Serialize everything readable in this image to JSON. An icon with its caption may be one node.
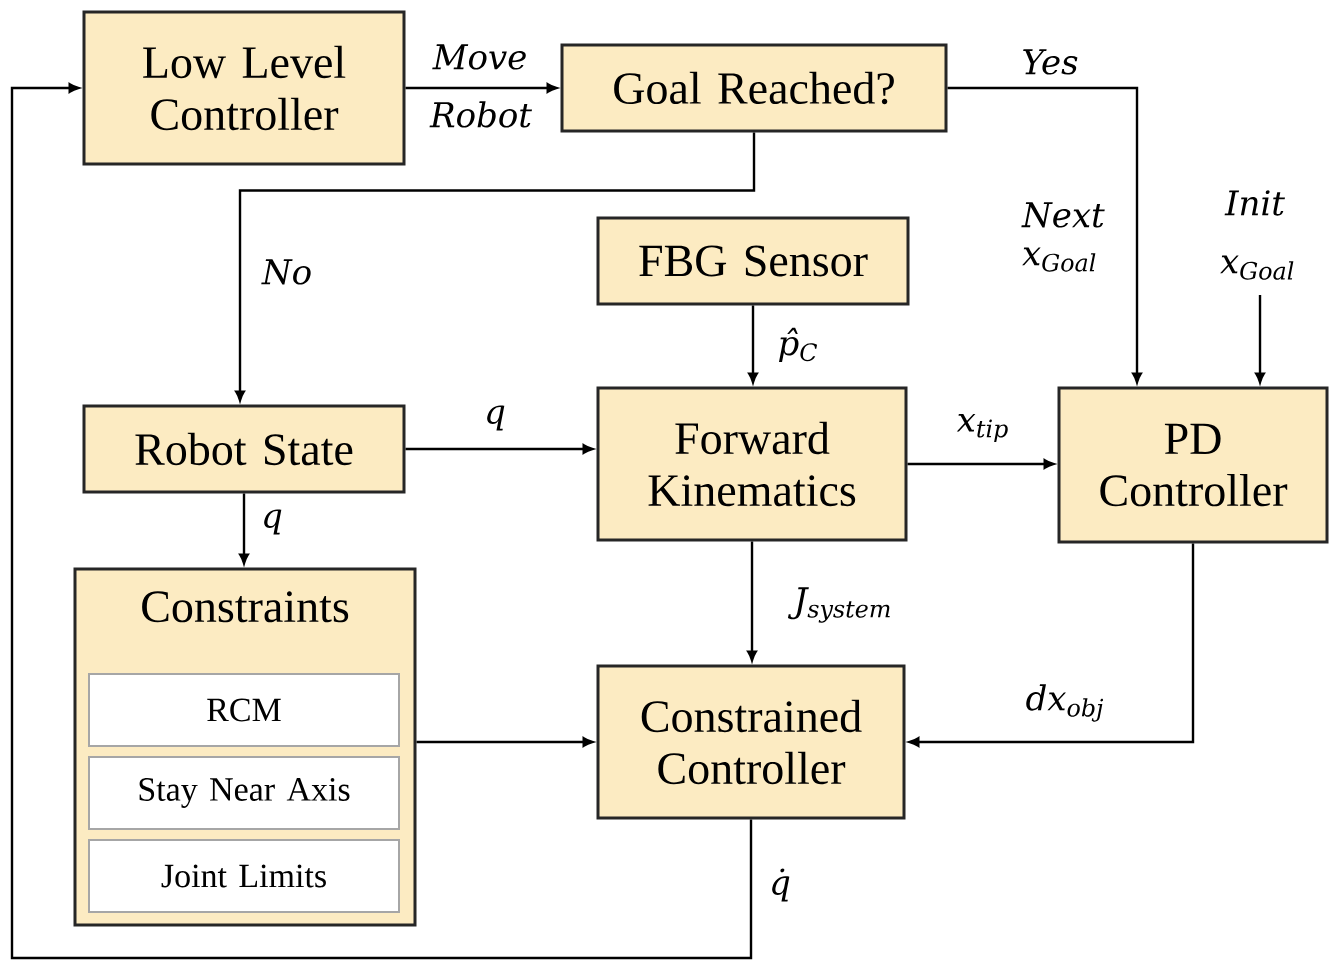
{
  "diagram": {
    "nodes": [
      {
        "text": [
          "Low Level Controller"
        ]
      },
      {
        "text": [
          "Goal Reached?"
        ]
      },
      {
        "text": [
          "FBG Sensor"
        ]
      },
      {
        "text": [
          "Robot State"
        ]
      },
      {
        "text": [
          "Forward Kinematics"
        ]
      },
      {
        "text": [
          "PD Controller"
        ]
      },
      {
        "text": [
          "Constraints"
        ]
      },
      {
        "text": [
          "RCM"
        ],
        "in": 6
      },
      {
        "text": [
          "Stay Near Axis"
        ],
        "in": 6
      },
      {
        "text": [
          "Joint Limits"
        ],
        "in": 6
      },
      {
        "text": [
          "Constrained Controller"
        ]
      }
    ],
    "edges": [
      {
        "from": 0,
        "to": 1,
        "arrow": "to",
        "label": "Move Robot"
      },
      {
        "from": 1,
        "to": 5,
        "arrow": "to",
        "label": "Yes"
      },
      {
        "from": null,
        "to": 5,
        "arrow": "to",
        "label": "Init x$_{Goal}$"
      },
      {
        "from": 1,
        "to": 3,
        "arrow": "to",
        "label": "No"
      },
      {
        "from": 2,
        "to": 4,
        "arrow": "to",
        "label": "p̂$_{C}$"
      },
      {
        "from": 3,
        "to": 4,
        "arrow": "to",
        "label": "q"
      },
      {
        "from": 3,
        "to": 6,
        "arrow": "to",
        "label": "q"
      },
      {
        "from": 4,
        "to": 5,
        "arrow": "to",
        "label": "x$_{tip}$"
      },
      {
        "from": 4,
        "to": 10,
        "arrow": "to",
        "label": "J$_{system}$"
      },
      {
        "from": 5,
        "to": 10,
        "arrow": "to",
        "label": "dx$_{obj}$"
      },
      {
        "from": 6,
        "to": 10,
        "arrow": "to"
      },
      {
        "from": 10,
        "to": 0,
        "arrow": "to",
        "label": "q̇"
      }
    ],
    "labels": [
      "Next x$_{Goal}$"
    ]
  }
}
